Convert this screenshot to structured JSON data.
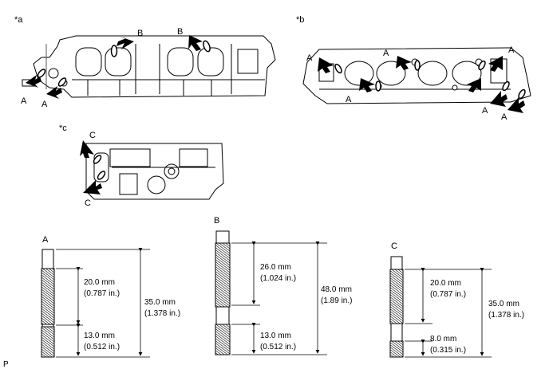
{
  "views": {
    "a": {
      "tag": "*a",
      "label_A1": "A",
      "label_A2": "A",
      "label_B1": "B",
      "label_B2": "B"
    },
    "b": {
      "tag": "*b",
      "label_A1": "A",
      "label_A2": "A",
      "label_A3": "A",
      "label_A4": "A",
      "label_A5": "A",
      "label_A6": "A"
    },
    "c": {
      "tag": "*c",
      "label_C1": "C",
      "label_C2": "C"
    }
  },
  "studs": {
    "A": {
      "name": "A",
      "dim1_mm": "20.0 mm",
      "dim1_in": "(0.787 in.)",
      "dim2_mm": "13.0 mm",
      "dim2_in": "(0.512 in.)",
      "total_mm": "35.0 mm",
      "total_in": "(1.378 in.)"
    },
    "B": {
      "name": "B",
      "dim1_mm": "26.0 mm",
      "dim1_in": "(1.024 in.)",
      "dim2_mm": "13.0 mm",
      "dim2_in": "(0.512 in.)",
      "total_mm": "48.0 mm",
      "total_in": "(1.89 in.)"
    },
    "C": {
      "name": "C",
      "dim1_mm": "20.0 mm",
      "dim1_in": "(0.787 in.)",
      "dim2_mm": "8.0 mm",
      "dim2_in": "(0.315 in.)",
      "total_mm": "35.0 mm",
      "total_in": "(1.378 in.)"
    }
  },
  "footer_code": "P"
}
